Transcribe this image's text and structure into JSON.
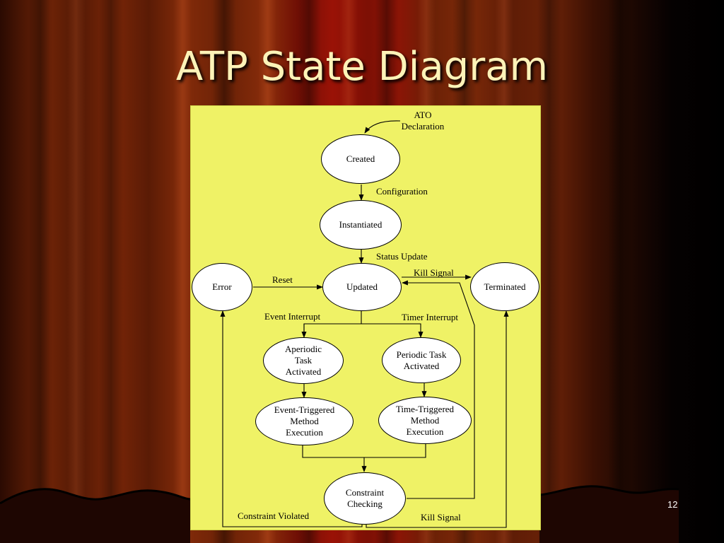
{
  "slide": {
    "title": "ATP State Diagram",
    "slide_number": "12"
  },
  "colors": {
    "panel_background": "#eff266",
    "node_fill": "#ffffff",
    "title_text": "#fdf3b8",
    "curtain_red": "#8e1406"
  },
  "diagram": {
    "nodes": {
      "created": "Created",
      "instantiated": "Instantiated",
      "updated": "Updated",
      "error": "Error",
      "terminated": "Terminated",
      "aperiodic_line1": "Aperiodic",
      "aperiodic_line2": "Task",
      "aperiodic_line3": "Activated",
      "periodic_line1": "Periodic Task",
      "periodic_line2": "Activated",
      "event_exec_line1": "Event-Triggered",
      "event_exec_line2": "Method",
      "event_exec_line3": "Execution",
      "time_exec_line1": "Time-Triggered",
      "time_exec_line2": "Method",
      "time_exec_line3": "Execution",
      "constraint_line1": "Constraint",
      "constraint_line2": "Checking"
    },
    "labels": {
      "ato_line1": "ATO",
      "ato_line2": "Declaration",
      "configuration": "Configuration",
      "status_update": "Status Update",
      "reset": "Reset",
      "kill_signal_top": "Kill Signal",
      "event_interrupt": "Event Interrupt",
      "timer_interrupt": "Timer Interrupt",
      "constraint_violated": "Constraint Violated",
      "kill_signal_bottom": "Kill Signal"
    }
  }
}
